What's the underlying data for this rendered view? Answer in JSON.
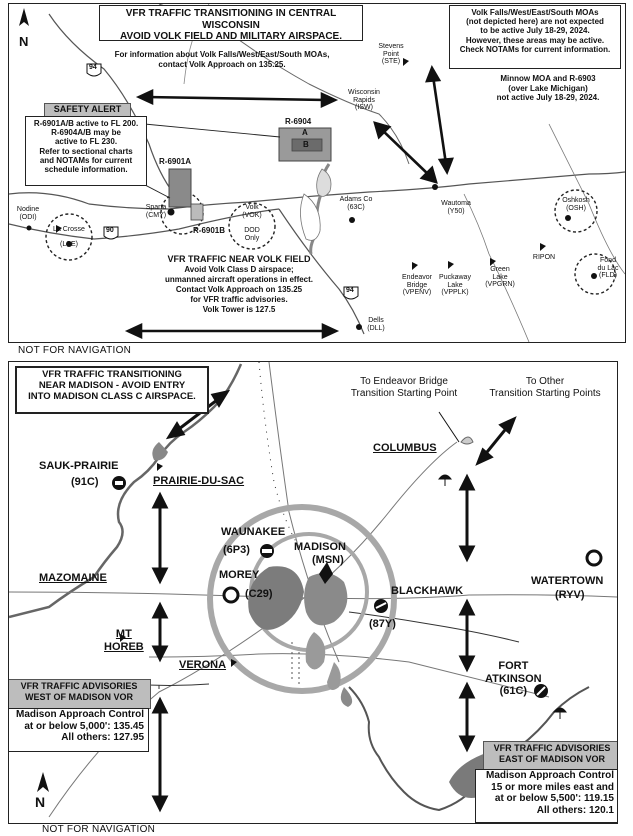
{
  "top": {
    "title_lines": [
      "VFR TRAFFIC TRANSITIONING IN CENTRAL WISCONSIN",
      "AVOID VOLK FIELD AND MILITARY AIRSPACE."
    ],
    "moa_note_lines": [
      "Volk Falls/West/East/South  MOAs",
      "(not depicted here) are not expected",
      "to be active July 18-29, 2024.",
      "However, these areas may be active.",
      "Check NOTAMs for current information."
    ],
    "info_lines": [
      "For information about Volk Falls/West/East/South MOAs,",
      "contact Volk Approach on 135.25."
    ],
    "minnow_lines": [
      "Minnow MOA and R-6903",
      "(over Lake Michigan)",
      "not active July 18-29, 2024."
    ],
    "safety_alert_title": "SAFETY ALERT",
    "safety_alert_lines": [
      "R-6901A/B active to FL 200.",
      "R-6904A/B may be",
      "active to FL 230.",
      "Refer to sectional charts",
      "and NOTAMs for current",
      "schedule information."
    ],
    "north": "N",
    "highway_94": "94",
    "highway_90": "90",
    "r6904": "R-6904",
    "r6904a": "A",
    "r6904b": "B",
    "r6901a": "R-6901A",
    "r6901b": "R-6901B",
    "stevens_point": [
      "Stevens",
      "Point",
      "(STE)"
    ],
    "wisconsin_rapids": [
      "Wisconsin",
      "Rapids",
      "(ISW)"
    ],
    "adams_co": [
      "Adams Co",
      "(63C)"
    ],
    "wautoma": [
      "Wautoma",
      "(Y50)"
    ],
    "oshkosh": [
      "Oshkosh",
      "(OSH)"
    ],
    "ripon": "RIPON",
    "fond_du_lac": [
      "Fond",
      "du Lac",
      "(FLD)"
    ],
    "nodine": [
      "Nodine",
      "(ODI)"
    ],
    "la_crosse": [
      "La Crosse",
      "(LSE)"
    ],
    "sparta": [
      "Sparta",
      "(CMY)"
    ],
    "volk": [
      "Volk",
      "(VOK)"
    ],
    "dod_only": [
      "DOD",
      "Only"
    ],
    "endeavor_bridge": [
      "Endeavor",
      "Bridge",
      "(VPENV)"
    ],
    "puckaway_lake": [
      "Puckaway",
      "Lake",
      "(VPPLK)"
    ],
    "green_lake": [
      "Green",
      "Lake",
      "(VPGRN)"
    ],
    "dells": [
      "Dells",
      "(DLL)"
    ],
    "volk_note_lines": [
      "VFR TRAFFIC NEAR VOLK FIELD",
      "Avoid Volk Class D airspace;",
      "unmanned aircraft operations in effect.",
      "Contact Volk Approach on 135.25",
      "for VFR traffic advisories.",
      "Volk Tower is 127.5"
    ],
    "not_for_nav": "NOT FOR NAVIGATION"
  },
  "bottom": {
    "title_lines": [
      "VFR TRAFFIC TRANSITIONING",
      "NEAR MADISON - AVOID ENTRY",
      "INTO MADISON CLASS C AIRSPACE."
    ],
    "endeavor_lines": [
      "To Endeavor Bridge",
      "Transition Starting Point"
    ],
    "other_lines": [
      "To Other",
      "Transition Starting Points"
    ],
    "columbus": "COLUMBUS",
    "sauk_prairie": "SAUK-PRAIRIE",
    "sauk_prairie_id": "(91C)",
    "prairie_du_sac": "PRAIRIE-DU-SAC",
    "waunakee": "WAUNAKEE",
    "waunakee_id": "(6P3)",
    "madison": "MADISON",
    "madison_id": "(MSN)",
    "mazomanie": "MAZOMAINE",
    "morey": "MOREY",
    "morey_id": "(C29)",
    "blackhawk": "BLACKHAWK",
    "blackhawk_id": "(87Y)",
    "watertown": "WATERTOWN",
    "watertown_id": "(RYV)",
    "mt_horeb": [
      "MT",
      "HOREB"
    ],
    "verona": "VERONA",
    "fort_atkinson": [
      "FORT",
      "ATKINSON",
      "(61C)"
    ],
    "west_header_lines": [
      "VFR TRAFFIC ADVISORIES",
      "WEST OF MADISON VOR"
    ],
    "west_body_lines": [
      "Madison Approach Control",
      "at or below 5,000': 135.45",
      "All others: 127.95"
    ],
    "east_header_lines": [
      "VFR TRAFFIC ADVISORIES",
      "EAST OF MADISON VOR"
    ],
    "east_body_lines": [
      "Madison Approach Control",
      "15 or more miles east and",
      "at or below 5,500': 119.15",
      "All others: 120.1"
    ],
    "north": "N",
    "not_for_nav": "NOT FOR NAVIGATION"
  },
  "colors": {
    "airspace_gray": "#9a9a9a",
    "dark_gray": "#6b6b6b",
    "ring_gray": "#a8a8a8",
    "ink": "#111111"
  }
}
